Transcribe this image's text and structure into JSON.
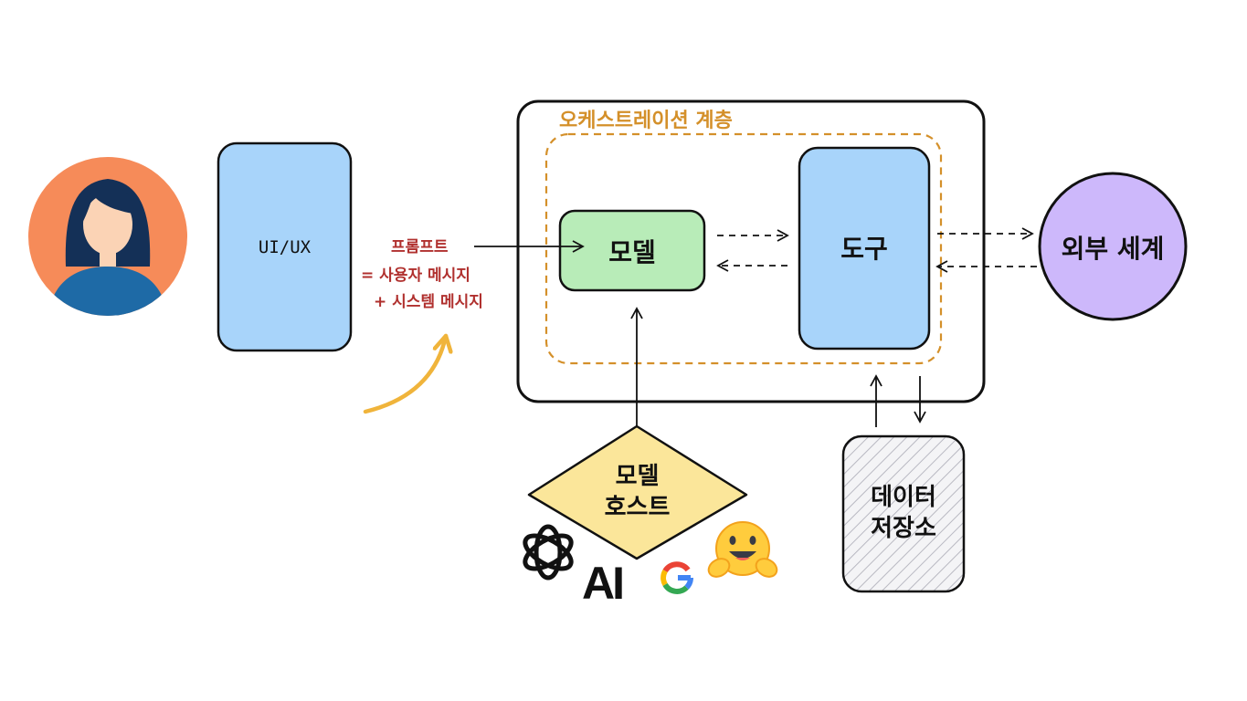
{
  "orchestration": {
    "title": "오케스트레이션 계층"
  },
  "ui": {
    "label": "UI/UX"
  },
  "prompt": {
    "line1": "프롬프트",
    "line2": "= 사용자 메시지",
    "line3": "+ 시스템 메시지",
    "color": "#b0302e"
  },
  "model": {
    "label": "모델",
    "fill": "#b8ecb8"
  },
  "tool": {
    "label": "도구",
    "fill": "#a8d4fa"
  },
  "external": {
    "label": "외부 세계",
    "fill": "#cdb8fb"
  },
  "model_host": {
    "line1": "모델",
    "line2": "호스트",
    "fill": "#fbe69a"
  },
  "data_store": {
    "line1": "데이터",
    "line2": "저장소"
  },
  "logos": {
    "openai": "openai-icon",
    "anthropic": "AI",
    "google": "google-icon",
    "huggingface": "hugging-face-icon"
  },
  "colors": {
    "orchestration_accent": "#d4902a",
    "avatar_bg": "#f68b59",
    "curved_arrow": "#f0b43b"
  }
}
